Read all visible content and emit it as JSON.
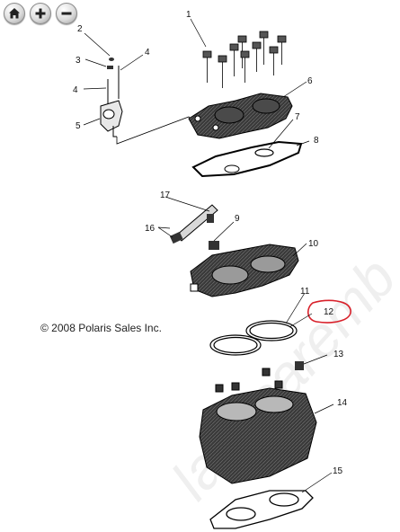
{
  "toolbar": {
    "home_icon": "home-icon",
    "zoom_in_icon": "plus-icon",
    "zoom_out_icon": "minus-icon"
  },
  "copyright": "© 2008 Polaris Sales Inc.",
  "watermark": "ladecaremb",
  "callouts": [
    "1",
    "2",
    "3",
    "4",
    "4",
    "5",
    "6",
    "7",
    "8",
    "9",
    "10",
    "11",
    "12",
    "13",
    "14",
    "15",
    "16",
    "17"
  ],
  "colors": {
    "highlight_circle": "#d8202a",
    "line": "#000000"
  }
}
